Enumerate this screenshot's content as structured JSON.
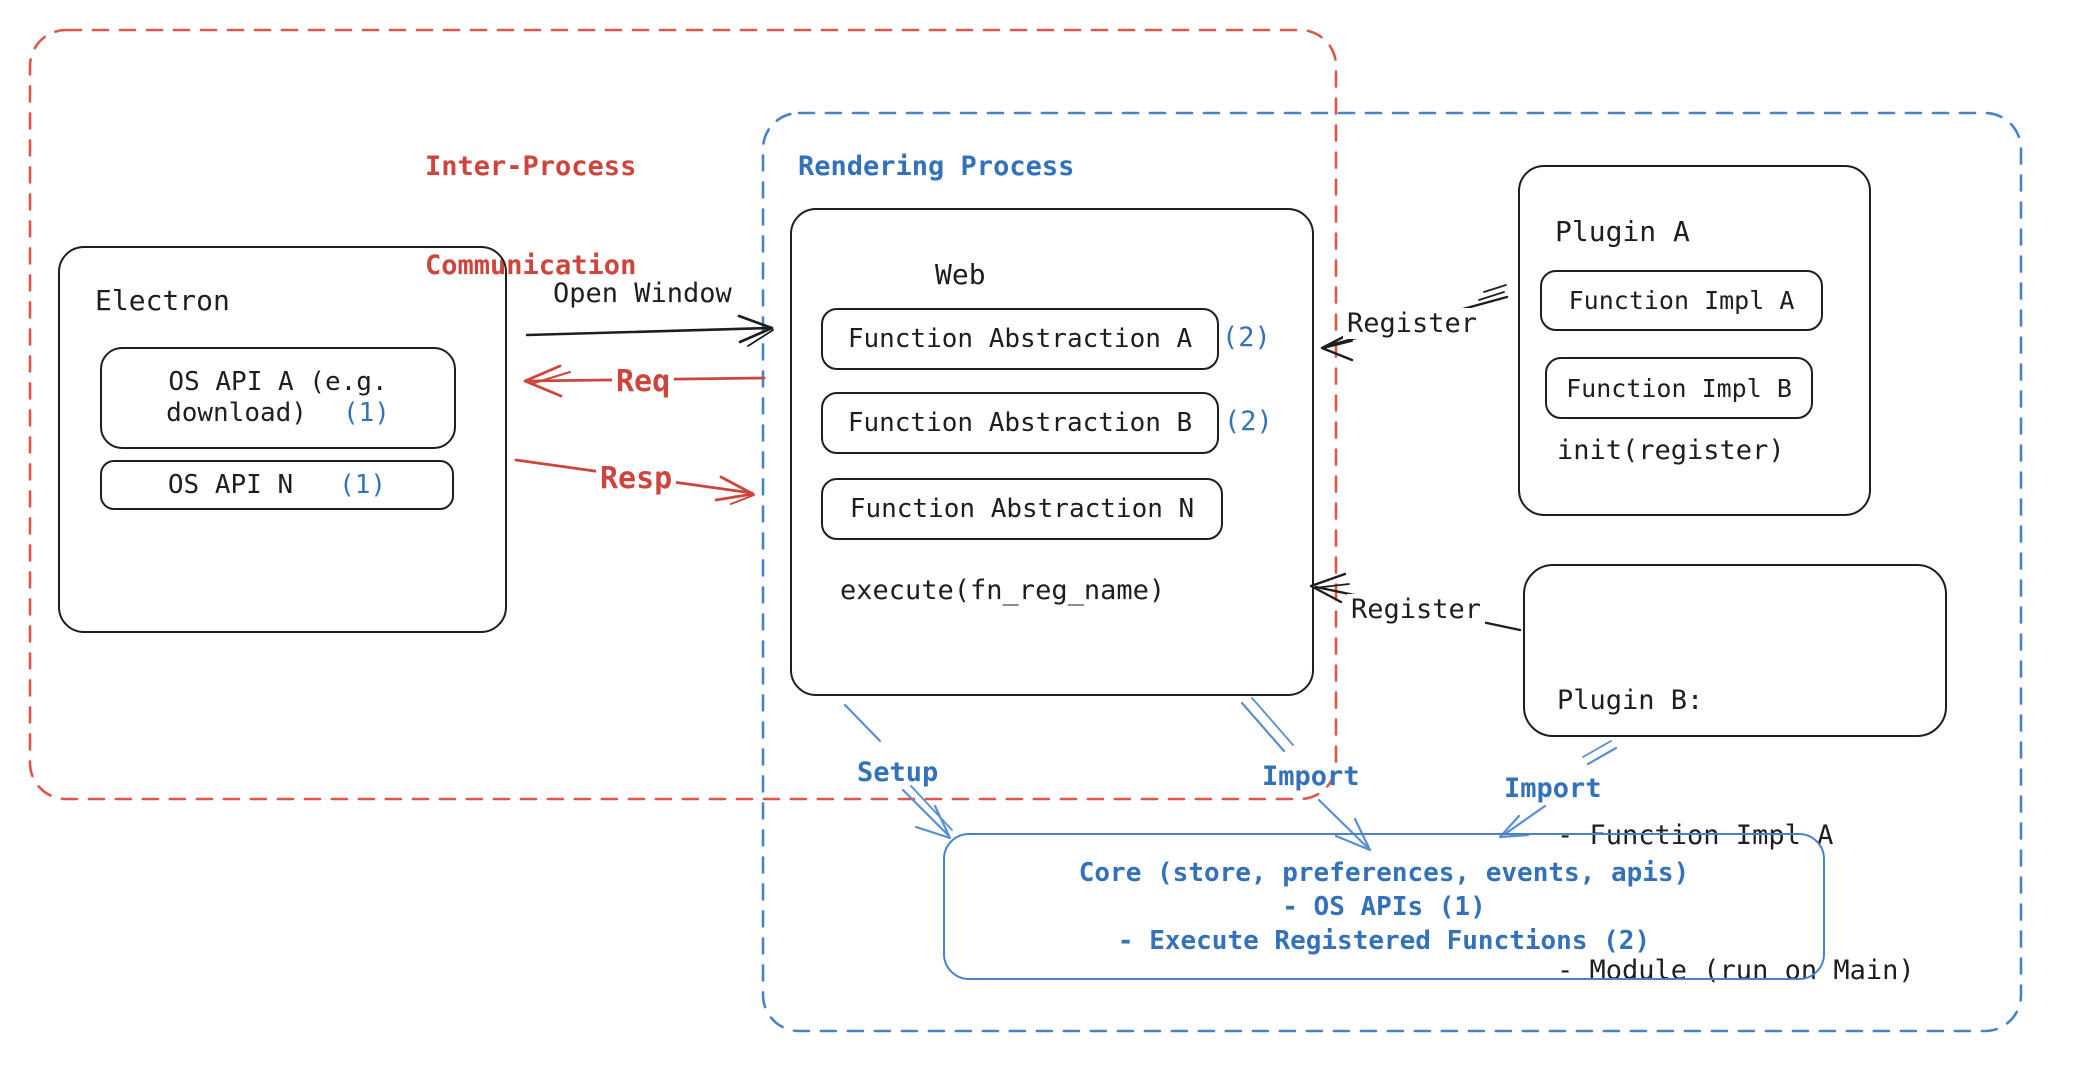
{
  "colors": {
    "red": "#cc463e",
    "blue": "#3371bb",
    "black": "#1e1e1e"
  },
  "ipc": {
    "line1": "Inter-Process",
    "line2": "Communication"
  },
  "rendering": {
    "label": "Rendering Process"
  },
  "electron": {
    "title": "Electron",
    "api_a": {
      "line1": "OS API A (e.g.",
      "line2": "download)",
      "badge": "(1)"
    },
    "api_n": {
      "label": "OS API N",
      "badge": "(1)"
    }
  },
  "arrows": {
    "open_window": "Open Window",
    "req": "Req",
    "resp": "Resp",
    "register_top": "Register",
    "register_bottom": "Register",
    "setup": "Setup",
    "import_core": "Import",
    "import_plugin": "Import"
  },
  "web": {
    "title": "Web",
    "abstractions": [
      {
        "label": "Function Abstraction A",
        "badge": "(2)"
      },
      {
        "label": "Function Abstraction B",
        "badge": "(2)"
      },
      {
        "label": "Function Abstraction N",
        "badge": ""
      }
    ],
    "execute": "execute(fn_reg_name)"
  },
  "plugin_a": {
    "title": "Plugin A",
    "impl_a": "Function Impl A",
    "impl_b": "Function Impl B",
    "init": "init(register)"
  },
  "plugin_b": {
    "lines": [
      "Plugin B:",
      "- Function Impl A",
      "- Module (run on Main)"
    ]
  },
  "core": {
    "lines": [
      "Core (store, preferences, events, apis)",
      "- OS APIs (1)",
      "- Execute Registered Functions (2)"
    ]
  }
}
